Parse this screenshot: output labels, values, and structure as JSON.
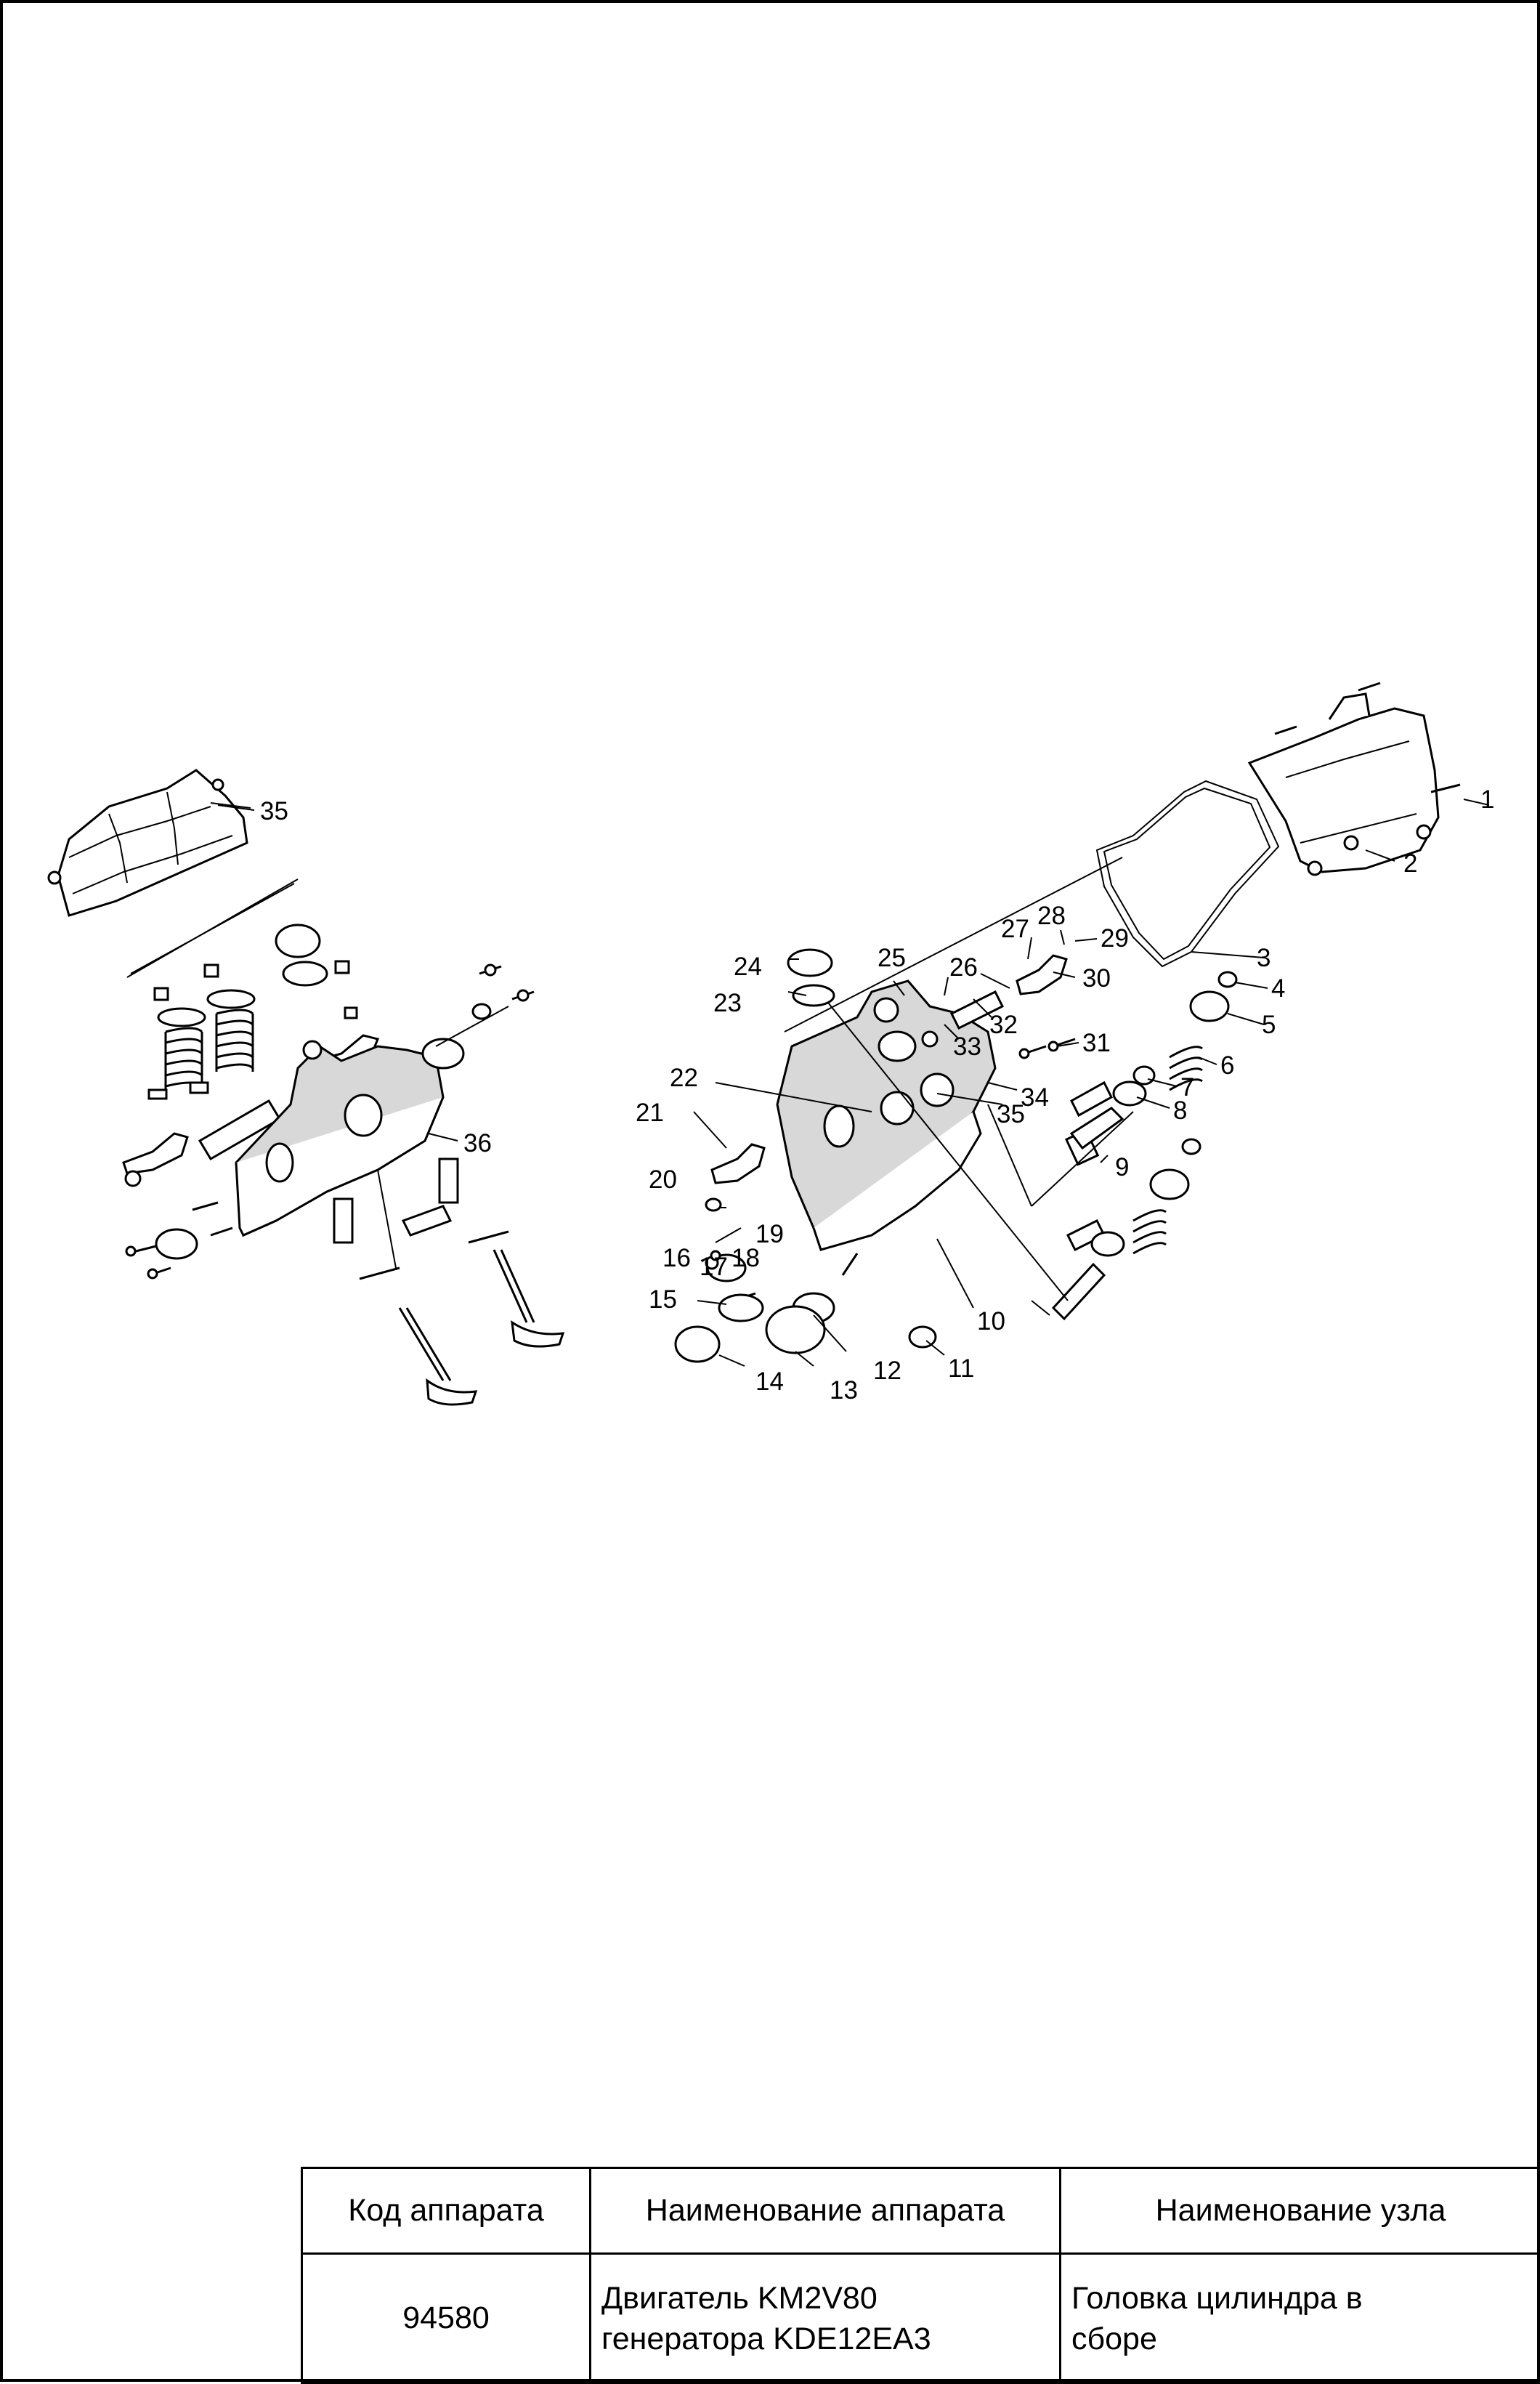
{
  "callouts": {
    "c1": "1",
    "c2": "2",
    "c3": "3",
    "c4": "4",
    "c5": "5",
    "c6": "6",
    "c7": "7",
    "c8": "8",
    "c9": "9",
    "c10": "10",
    "c11": "11",
    "c12": "12",
    "c13": "13",
    "c14": "14",
    "c15": "15",
    "c16": "16",
    "c17": "17",
    "c18": "18",
    "c19": "19",
    "c20": "20",
    "c21": "21",
    "c22": "22",
    "c23": "23",
    "c24": "24",
    "c25": "25",
    "c26": "26",
    "c27": "27",
    "c28": "28",
    "c29": "29",
    "c30": "30",
    "c31": "31",
    "c32": "32",
    "c33": "33",
    "c34": "34",
    "c35a": "35",
    "c35b": "35",
    "c36": "36"
  },
  "title_block": {
    "headers": [
      "Код аппарата",
      "Наименование аппарата",
      "Наименование узла"
    ],
    "code": "94580",
    "apparatus_name_line1": "Двигатель KM2V80",
    "apparatus_name_line2": "генератора KDE12EA3",
    "unit_name_line1": "Головка цилиндра в",
    "unit_name_line2": "сборе"
  }
}
